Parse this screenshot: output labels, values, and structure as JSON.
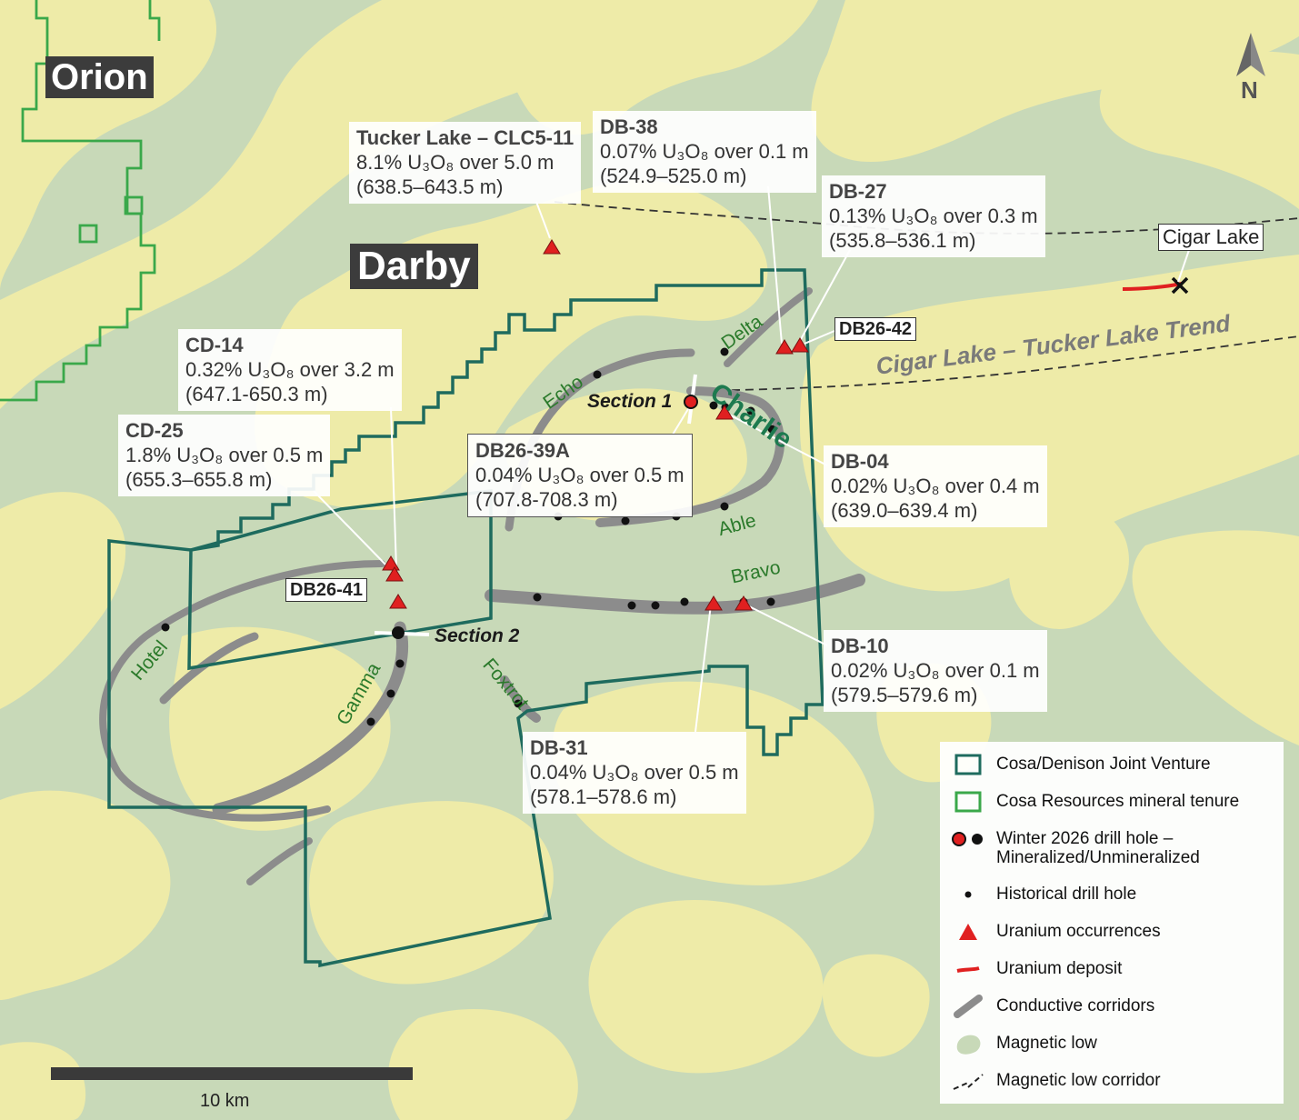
{
  "titles": {
    "darby": "Darby",
    "orion": "Orion",
    "cigar_lake": "Cigar Lake",
    "trend": "Cigar Lake – Tucker Lake Trend"
  },
  "sections": {
    "s1": "Section 1",
    "s2": "Section 2"
  },
  "anomalies": {
    "delta": "Delta",
    "echo": "Echo",
    "charlie": "Charlie",
    "able": "Able",
    "bravo": "Bravo",
    "hotel": "Hotel",
    "gamma": "Gamma",
    "foxtrot": "Foxtrot"
  },
  "callouts": {
    "tucker": {
      "hole": "Tucker Lake – CLC5-11",
      "grade": "8.1% U₃O₈ over 5.0 m",
      "interval": "(638.5–643.5 m)"
    },
    "db38": {
      "hole": "DB-38",
      "grade": "0.07% U₃O₈ over 0.1 m",
      "interval": "(524.9–525.0 m)"
    },
    "db27": {
      "hole": "DB-27",
      "grade": "0.13% U₃O₈ over 0.3 m",
      "interval": "(535.8–536.1 m)"
    },
    "cd14": {
      "hole": "CD-14",
      "grade": "0.32% U₃O₈ over 3.2 m",
      "interval": "(647.1-650.3 m)"
    },
    "cd25": {
      "hole": "CD-25",
      "grade": "1.8% U₃O₈ over 0.5 m",
      "interval": "(655.3–655.8 m)"
    },
    "db2639a": {
      "hole": "DB26-39A",
      "grade": "0.04% U₃O₈ over 0.5 m",
      "interval": "(707.8-708.3 m)"
    },
    "db04": {
      "hole": "DB-04",
      "grade": "0.02% U₃O₈ over 0.4 m",
      "interval": "(639.0–639.4 m)"
    },
    "db10": {
      "hole": "DB-10",
      "grade": "0.02% U₃O₈ over 0.1 m",
      "interval": "(579.5–579.6 m)"
    },
    "db31": {
      "hole": "DB-31",
      "grade": "0.04% U₃O₈ over 0.5 m",
      "interval": "(578.1–578.6 m)"
    }
  },
  "tags": {
    "db2642": "DB26-42",
    "db2641": "DB26-41"
  },
  "legend": {
    "items": [
      {
        "label": "Cosa/Denison Joint Venture",
        "icon": "teal-outline-square"
      },
      {
        "label": "Cosa Resources mineral tenure",
        "icon": "green-outline-square"
      },
      {
        "label": "Winter 2026 drill hole – Mineralized/Unmineralized",
        "icon": "red-black-dots"
      },
      {
        "label": "Historical drill hole",
        "icon": "small-black-dot"
      },
      {
        "label": "Uranium occurrences",
        "icon": "red-triangle"
      },
      {
        "label": "Uranium deposit",
        "icon": "red-line"
      },
      {
        "label": "Conductive corridors",
        "icon": "grey-stroke"
      },
      {
        "label": "Magnetic low",
        "icon": "light-green-blob"
      },
      {
        "label": "Magnetic low corridor",
        "icon": "dashed-lines"
      }
    ]
  },
  "scale": {
    "label": "10 km"
  },
  "north": {
    "label": "N"
  },
  "colors": {
    "jv": "#1e6b5e",
    "tenure": "#3aa84a",
    "magnetic_high": "#eeeba8",
    "magnetic_low": "#c8d9b8",
    "conductor": "#8c8c8c",
    "uranium": "#e02020"
  }
}
